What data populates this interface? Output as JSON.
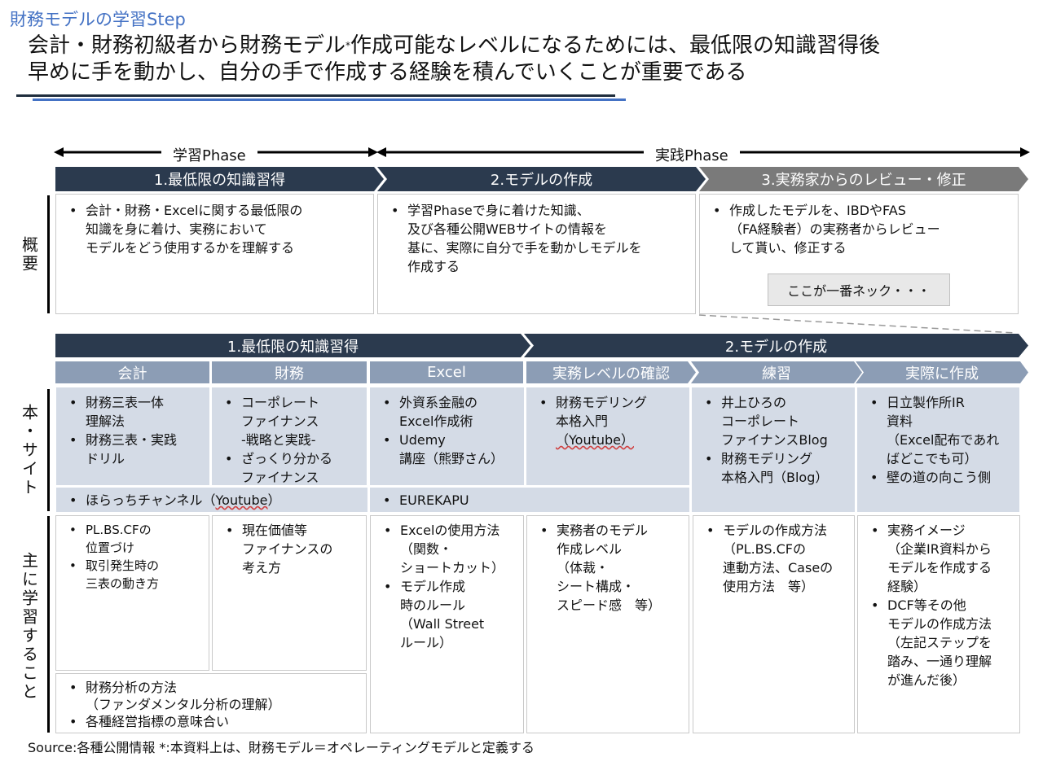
{
  "slide_title": "財務モデルの学習Step",
  "headline": {
    "line1_a": "会計・財務初級者から財務モデル",
    "line1_sup": "*",
    "line1_b": "作成可能なレベルになるためには、最低限の知識習得後",
    "line2": "早めに手を動かし、自分の手で作成する経験を積んでいくことが重要である"
  },
  "phases": {
    "learning": "学習Phase",
    "practice": "実践Phase"
  },
  "top_steps": [
    "1.最低限の知識習得",
    "2.モデルの作成",
    "3.実務家からのレビュー・修正"
  ],
  "row_labels": {
    "overview": "概要",
    "resources": "本・サイト",
    "learning_points": "主に学習すること"
  },
  "overview": {
    "col1": [
      "会計・財務・Excelに関する最低限の\n知識を身に着け、実務において\nモデルをどう使用するかを理解する"
    ],
    "col2": [
      "学習Phaseで身に着けた知識、\n及び各種公開WEBサイトの情報を\n基に、実際に自分で手を動かしモデルを\n作成する"
    ],
    "col3": [
      "作成したモデルを、IBDやFAS\n（FA経験者）の実務者からレビュー\nして貰い、修正する"
    ],
    "callout": "ここが一番ネック・・・"
  },
  "second_banners": [
    "1.最低限の知識習得",
    "2.モデルの作成"
  ],
  "sub_headers": [
    "会計",
    "財務",
    "Excel",
    "実務レベルの確認",
    "練習",
    "実際に作成"
  ],
  "resources": {
    "accounting": [
      "財務三表一体\n理解法",
      "財務三表・実践\nドリル"
    ],
    "finance": [
      "コーポレート\nファイナンス\n-戦略と実践-",
      "ざっくり分かる\nファイナンス"
    ],
    "excel": [
      "外資系金融の\nExcel作成術",
      "Udemy\n講座（熊野さん）"
    ],
    "practical_a": "財務モデリング\n本格入門",
    "practical_b": "（Youtube）",
    "practice": [
      "井上ひろの\nコーポレート\nファイナンスBlog",
      "財務モデリング\n本格入門（Blog）"
    ],
    "actual": [
      "日立製作所IR\n資料\n（Excel配布であれ\nばどこでも可）",
      "壁の道の向こう側"
    ],
    "shared_left_a": "ほらっちチャンネル（",
    "shared_left_b": "Youtube",
    "shared_left_c": "）",
    "shared_right": "EUREKAPU"
  },
  "learning_points": {
    "accounting": [
      "PL.BS.CFの\n位置づけ",
      "取引発生時の\n三表の動き方"
    ],
    "finance": [
      "現在価値等\nファイナンスの\n考え方"
    ],
    "excel": [
      "Excelの使用方法\n（関数・\nショートカット）",
      "モデル作成\n時のルール\n（Wall Street\nルール）"
    ],
    "practical": [
      "実務者のモデル\n作成レベル\n（体裁・\nシート構成・\nスピード感　等）"
    ],
    "practice": [
      "モデルの作成方法\n（PL.BS.CFの\n連動方法、Caseの\n使用方法　等）"
    ],
    "actual": [
      "実務イメージ\n（企業IR資料から\nモデルを作成する\n経験）",
      "DCF等その他\nモデルの作成方法\n（左記ステップを\n踏み、一通り理解\nが進んだ後）"
    ],
    "shared": [
      "財務分析の方法\n（ファンダメンタル分析の理解）",
      "各種経営指標の意味合い"
    ]
  },
  "footer": "Source:各種公開情報  *:本資料上は、財務モデル＝オペレーティングモデルと定義する",
  "colors": {
    "accent": "#4472c4",
    "dark_banner": "#2b3a4e",
    "gray_banner": "#7a7a7a",
    "sub_header": "#8c9db5",
    "cell_fill": "#d4dbe6"
  }
}
